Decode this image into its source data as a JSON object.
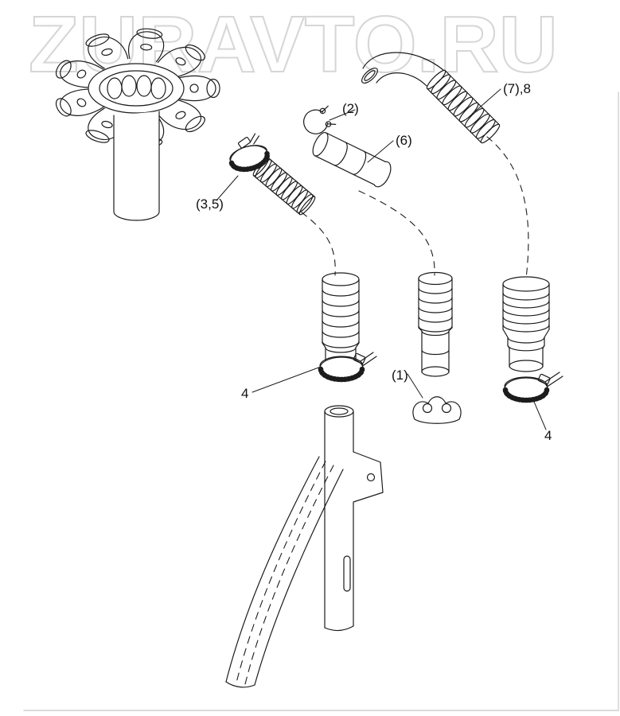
{
  "watermark": {
    "text": "ZURAVTO.RU",
    "color": "#d6d6d6"
  },
  "diagram": {
    "line_color": "#1c1c1c",
    "frame_line_color": "#cfcfcf",
    "labels": {
      "l2": "(2)",
      "l6": "(6)",
      "l7_8": "(7),8",
      "l3_5": "(3,5)",
      "l1": "(1)",
      "l4_left": "4",
      "l4_right": "4"
    }
  }
}
